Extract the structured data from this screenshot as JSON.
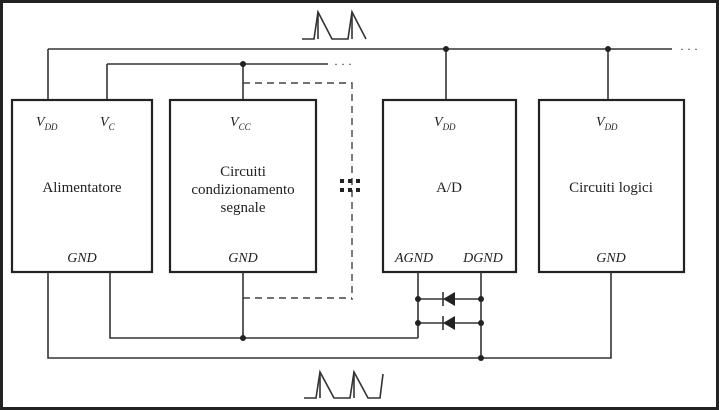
{
  "blocks": {
    "power": {
      "name": "Alimentatore",
      "pin_vdd_main": "V",
      "pin_vdd_sub": "DD",
      "pin_vc_main": "V",
      "pin_vc_sub": "C",
      "gnd": "GND"
    },
    "conditioning": {
      "line1": "Circuiti",
      "line2": "condizionamento",
      "line3": "segnale",
      "pin_vcc_main": "V",
      "pin_vcc_sub": "CC",
      "gnd": "GND"
    },
    "adc": {
      "name": "A/D",
      "pin_vdd_main": "V",
      "pin_vdd_sub": "DD",
      "agnd": "AGND",
      "dgnd": "DGND"
    },
    "logic": {
      "name": "Circuiti logici",
      "pin_vdd_main": "V",
      "pin_vdd_sub": "DD",
      "gnd": "GND"
    }
  },
  "continuation": {
    "top": "· · ·",
    "upper": "· · ·"
  },
  "icons": {
    "top_noise": "pulse-train-icon",
    "bottom_noise": "pulse-train-icon",
    "diodes": "diode-icon",
    "ellipsis": "more-dots-icon"
  },
  "colors": {
    "ink": "#222222",
    "background": "#ffffff"
  }
}
